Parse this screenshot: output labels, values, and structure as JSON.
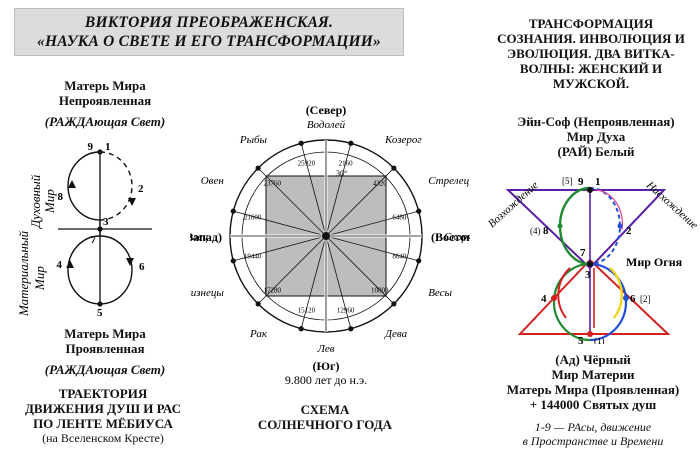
{
  "header": {
    "line1": "ВИКТОРИЯ ПРЕОБРАЖЕНСКАЯ.",
    "line2": "«НАУКА О СВЕТЕ И ЕГО ТРАНСФОРМАЦИИ»"
  },
  "left": {
    "top_l1": "Матерь Мира",
    "top_l2": "Непроявленная",
    "top_l3": "(РАЖДАющая Свет)",
    "spiritual": "Духовный",
    "world": "Мир",
    "material": "Материальный",
    "world2": "Мир",
    "bot_l1": "Матерь Мира",
    "bot_l2": "Проявленная",
    "bot_l3": "(РАЖДАющая Свет)",
    "traj_l1": "ТРАЕКТОРИЯ",
    "traj_l2": "ДВИЖЕНИЯ ДУШ И РАС",
    "traj_l3": "ПО ЛЕНТЕ МЁБИУСА",
    "traj_l4": "(на Вселенском Кресте)",
    "nums": [
      "9",
      "1",
      "2",
      "3",
      "4",
      "5",
      "6",
      "7",
      "8"
    ]
  },
  "center": {
    "north": "(Север)",
    "south": "(Юг)",
    "west": "(Запад)",
    "east": "(Востoк)",
    "years": "9.800 лет до н.э.",
    "schema_l1": "СХЕМА",
    "schema_l2": "СОЛНЕЧНОГО ГОДА",
    "angle": "30°",
    "signs": [
      "Водолей",
      "Козерог",
      "Стрелец",
      "Скорпион",
      "Весы",
      "Дева",
      "Лев",
      "Рак",
      "Близнецы",
      "Телец",
      "Овен",
      "Рыбы"
    ],
    "year_numbers": [
      "25920",
      "2160",
      "4320",
      "6480",
      "8640",
      "10800",
      "12960",
      "15120",
      "17280",
      "19440",
      "21600",
      "23760"
    ]
  },
  "right": {
    "title_l1": "ТРАНСФОРМАЦИЯ",
    "title_l2": "СОЗНАНИЯ. ИНВОЛЮЦИЯ И",
    "title_l3": "ЭВОЛЮЦИЯ. ДВА ВИТКА-",
    "title_l4": "ВОЛНЫ: ЖЕНСКИЙ И",
    "title_l5": "МУЖСКОЙ.",
    "ein_l1": "Эйн-Соф (Непроявленная)",
    "ein_l2": "Мир Духа",
    "ein_l3": "(РАЙ) Белый",
    "ascension": "Возхождение",
    "descent": "Нисхождение",
    "world_fire": "Мир Огня",
    "hell_l1": "(Ад) Чёрный",
    "hell_l2": "Мир Материи",
    "hell_l3": "Матерь Мира (Проявленная)",
    "hell_l4": "+ 144000 Святых душ",
    "note_l1": "1-9 — РАсы, движение",
    "note_l2": "в Пространстве и Времени",
    "labels": {
      "n5": "[5]",
      "n9": "9",
      "n1": "1",
      "n4b": "(4)",
      "n8": "8",
      "n2": "2",
      "n7": "7",
      "n3": "3",
      "n4": "4",
      "n6": "6",
      "n2b": "[2]",
      "n5b": "5",
      "n1b": "(1)"
    }
  },
  "colors": {
    "triangle_up": "#d42020",
    "triangle_down": "#5a1fa6",
    "blue": "#1f4fd6",
    "yellow": "#f2d21a",
    "green": "#1f8a2f",
    "pink": "#e0409a",
    "gray_square": "#bdbdbd"
  }
}
